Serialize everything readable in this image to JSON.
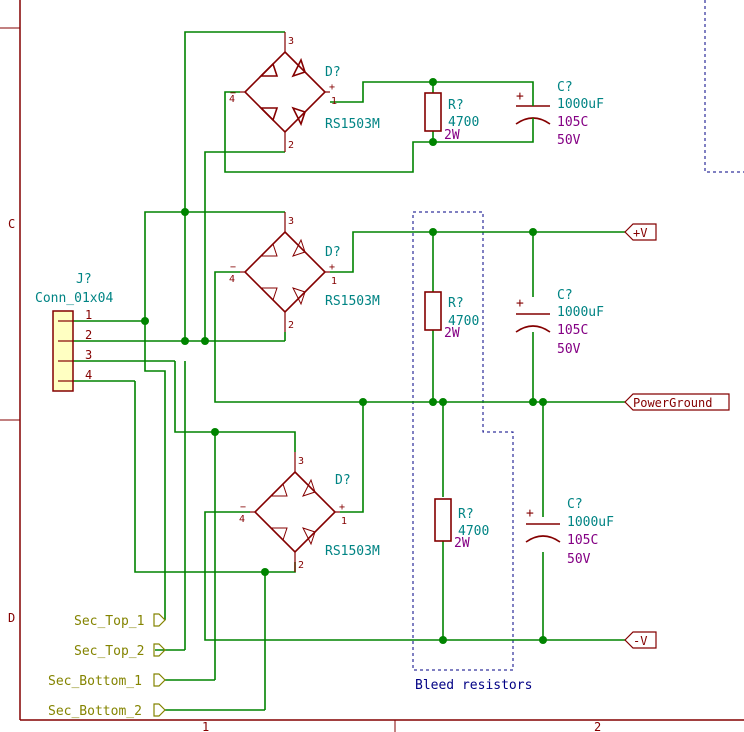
{
  "frame": {
    "row_labels": [
      "C",
      "D"
    ],
    "col_labels": [
      "1",
      "2"
    ]
  },
  "connector": {
    "ref": "J?",
    "value": "Conn_01x04",
    "pins": [
      "1",
      "2",
      "3",
      "4"
    ]
  },
  "bridges": [
    {
      "ref": "D?",
      "value": "RS1503M",
      "pin_ac1": "3",
      "pin_ac2": "2",
      "pin_minus": "4",
      "pin_plus": "1"
    },
    {
      "ref": "D?",
      "value": "RS1503M",
      "pin_ac1": "3",
      "pin_ac2": "2",
      "pin_minus": "4",
      "pin_plus": "1"
    },
    {
      "ref": "D?",
      "value": "RS1503M",
      "pin_ac1": "3",
      "pin_ac2": "2",
      "pin_minus": "4",
      "pin_plus": "1"
    }
  ],
  "resistors": [
    {
      "ref": "R?",
      "value": "4700",
      "power": "2W"
    },
    {
      "ref": "R?",
      "value": "4700",
      "power": "2W"
    },
    {
      "ref": "R?",
      "value": "4700",
      "power": "2W"
    }
  ],
  "capacitors": [
    {
      "ref": "C?",
      "value": "1000uF",
      "temp": "105C",
      "voltage": "50V"
    },
    {
      "ref": "C?",
      "value": "1000uF",
      "temp": "105C",
      "voltage": "50V"
    },
    {
      "ref": "C?",
      "value": "1000uF",
      "temp": "105C",
      "voltage": "50V"
    }
  ],
  "global_labels": {
    "plus_v": "+V",
    "power_ground": "PowerGround",
    "minus_v": "-V"
  },
  "hier_labels": {
    "sec_top_1": "Sec_Top_1",
    "sec_top_2": "Sec_Top_2",
    "sec_bottom_1": "Sec_Bottom_1",
    "sec_bottom_2": "Sec_Bottom_2"
  },
  "bleed_box_label": "Bleed resistors",
  "polarity_plus": "+",
  "polarity_minus": "−",
  "colors": {
    "wire": "#008400",
    "part": "#840000",
    "ref_text": "#008484",
    "value_text": "#840084",
    "hier_label": "#848400",
    "note": "#000084"
  }
}
